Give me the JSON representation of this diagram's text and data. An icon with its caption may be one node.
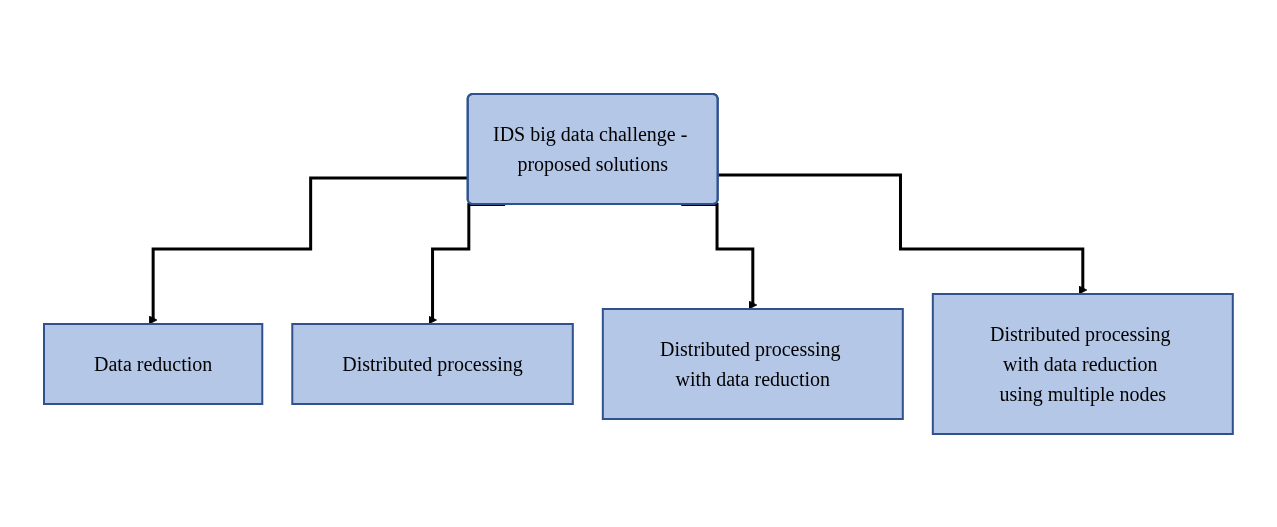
{
  "diagram": {
    "nodes": [
      {
        "text": [
          "IDS big data challenge - proposed solutions"
        ]
      },
      {
        "text": [
          "Data reduction"
        ]
      },
      {
        "text": [
          "Distributed processing"
        ]
      },
      {
        "text": [
          "Distributed processing with data reduction"
        ]
      },
      {
        "text": [
          "Distributed processing with data reduction using multiple nodes"
        ]
      }
    ],
    "edges": [
      {
        "from": 0,
        "to": 1,
        "arrow": "to"
      },
      {
        "from": 0,
        "to": 2,
        "arrow": "to"
      },
      {
        "from": 0,
        "to": 3,
        "arrow": "to"
      },
      {
        "from": 0,
        "to": 4,
        "arrow": "to"
      }
    ]
  }
}
